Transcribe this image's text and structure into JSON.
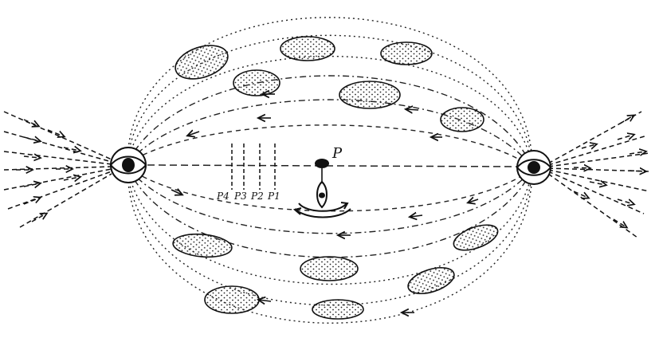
{
  "diagram": {
    "ink_color": "#111111",
    "labels": {
      "center_point": "P",
      "positions": [
        "P4",
        "P3",
        "P2",
        "P1"
      ]
    },
    "elements": {
      "left_eye": "eye-icon",
      "right_eye": "eye-icon",
      "center_particle": "particle-icon",
      "rotation_marker": "rotation-arrow-icon",
      "floating_bodies": "stippled-ellipse-icon"
    }
  }
}
